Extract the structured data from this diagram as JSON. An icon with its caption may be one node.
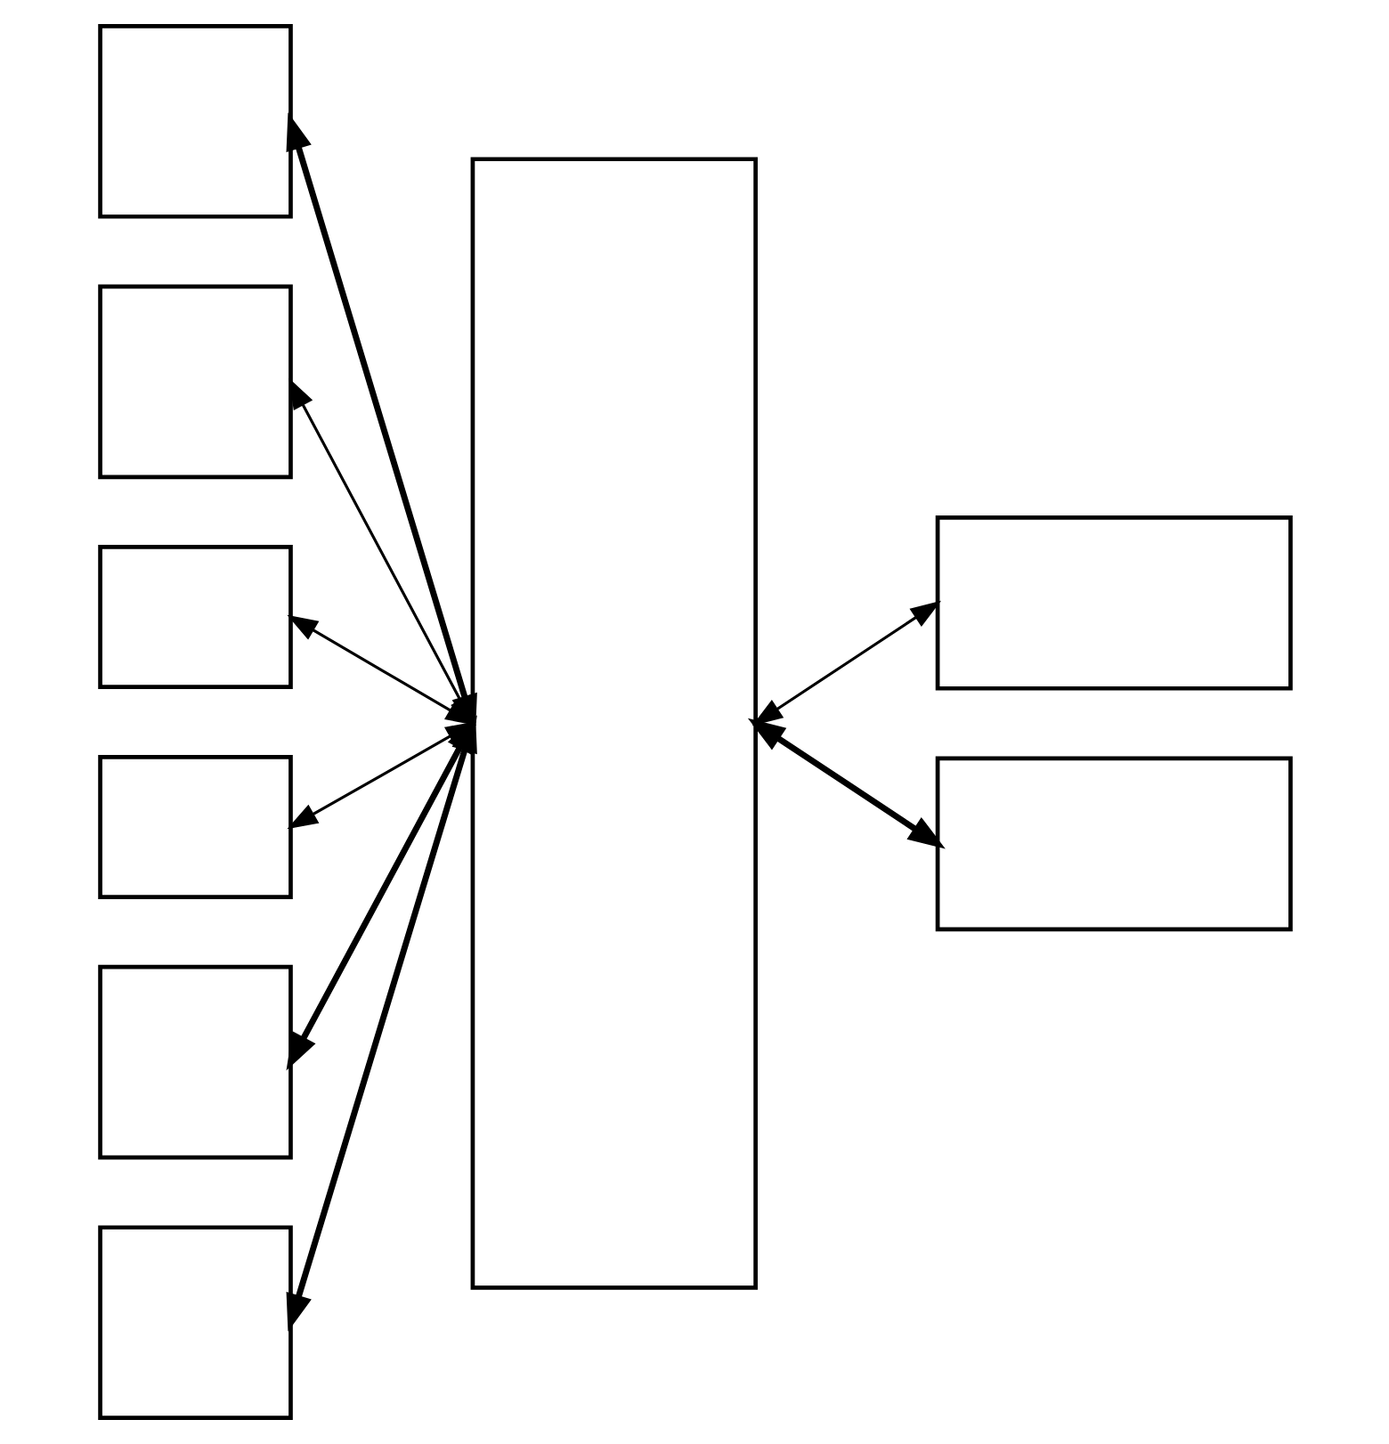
{
  "diagram": {
    "nodes": [
      {
        "text": [],
        "shape": "box"
      },
      {
        "text": [],
        "shape": "box"
      },
      {
        "text": [],
        "shape": "box"
      },
      {
        "text": [],
        "shape": "box"
      },
      {
        "text": [],
        "shape": "box"
      },
      {
        "text": [],
        "shape": "box"
      },
      {
        "text": [],
        "shape": "box"
      },
      {
        "text": [],
        "shape": "box"
      },
      {
        "text": [],
        "shape": "box"
      }
    ],
    "edges": [
      {
        "from": 0,
        "to": 6,
        "arrow": "both",
        "style": "thick"
      },
      {
        "from": 1,
        "to": 6,
        "arrow": "both"
      },
      {
        "from": 2,
        "to": 6,
        "arrow": "both"
      },
      {
        "from": 3,
        "to": 6,
        "arrow": "both"
      },
      {
        "from": 4,
        "to": 6,
        "arrow": "both",
        "style": "thick"
      },
      {
        "from": 5,
        "to": 6,
        "arrow": "both",
        "style": "thick"
      },
      {
        "from": 6,
        "to": 7,
        "arrow": "both"
      },
      {
        "from": 6,
        "to": 8,
        "arrow": "both",
        "style": "thick"
      }
    ]
  }
}
